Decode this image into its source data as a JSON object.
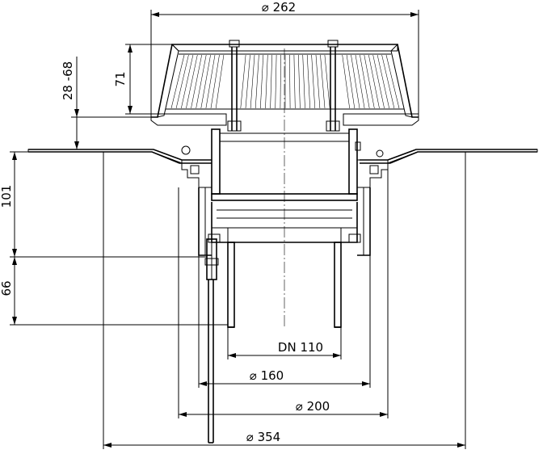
{
  "dimensions": {
    "top_diameter": "⌀ 262",
    "grate_height": "71",
    "adjust_range": "28 -68",
    "body_depth": "101",
    "spigot_length": "66",
    "nominal_size": "DN 110",
    "diameter_160": "⌀ 160",
    "diameter_200": "⌀ 200",
    "diameter_354": "⌀ 354"
  }
}
